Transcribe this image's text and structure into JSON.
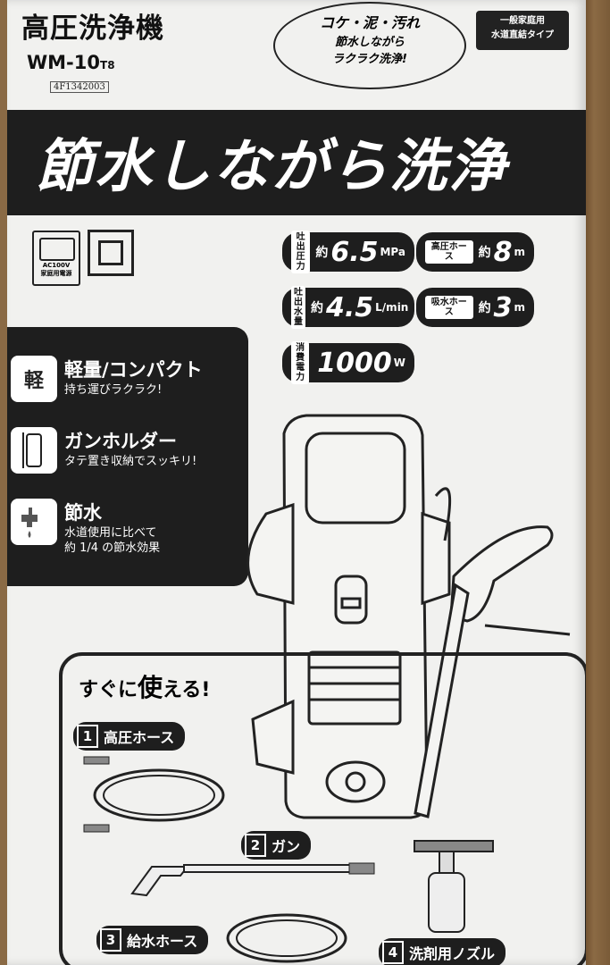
{
  "product": {
    "title": "高圧洗浄機",
    "model": "WM-10",
    "model_suffix": "T8",
    "code": "4F1342003"
  },
  "oval": {
    "line1": "コケ・泥・汚れ",
    "line2": "節水しながら",
    "line3": "ラクラク洗浄!"
  },
  "badge": {
    "line1": "一般家庭用",
    "line2": "水道直結タイプ"
  },
  "banner": "節水しながら洗浄",
  "power_icon": {
    "line1": "AC100V",
    "line2": "家庭用電源"
  },
  "specs": [
    {
      "key": "吐出圧力",
      "prefix": "約",
      "value": "6.5",
      "unit": "MPa"
    },
    {
      "key": "高圧ホース",
      "prefix": "約",
      "value": "8",
      "unit": "m"
    },
    {
      "key": "吐出水量",
      "prefix": "約",
      "value": "4.5",
      "unit": "L/min"
    },
    {
      "key": "吸水ホース",
      "prefix": "約",
      "value": "3",
      "unit": "m"
    },
    {
      "key": "消費電力",
      "prefix": "",
      "value": "1000",
      "unit": "W"
    }
  ],
  "features": [
    {
      "icon": "軽",
      "heading": "軽量/コンパクト",
      "desc": "持ち運びラクラク!"
    },
    {
      "icon": "",
      "heading": "ガンホルダー",
      "desc": "タテ置き収納でスッキリ!"
    },
    {
      "icon": "",
      "heading": "節水",
      "desc": "水道使用に比べて",
      "desc2": "約 1/4 の節水効果"
    }
  ],
  "quick": {
    "title_pre": "すぐに",
    "title_big": "使",
    "title_post": "える!",
    "items": [
      {
        "num": "1",
        "label": "高圧ホース"
      },
      {
        "num": "2",
        "label": "ガン"
      },
      {
        "num": "3",
        "label": "給水ホース"
      },
      {
        "num": "4",
        "label": "洗剤用ノズル"
      }
    ]
  }
}
